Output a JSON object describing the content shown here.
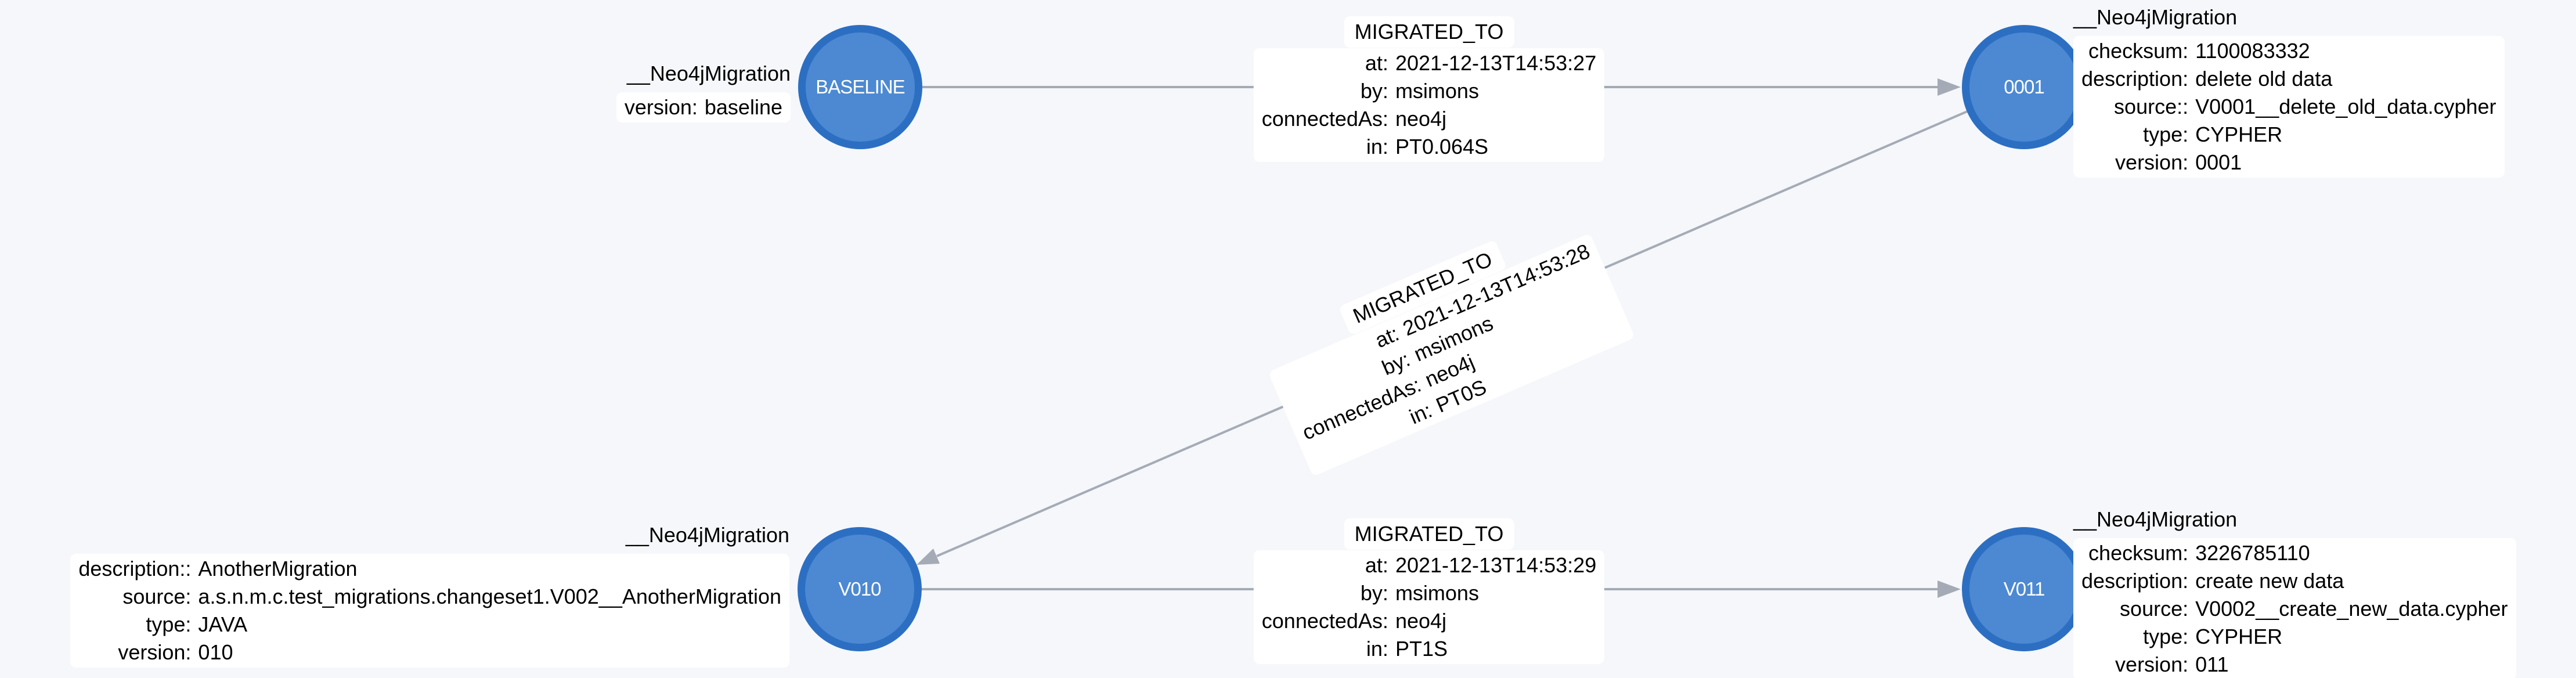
{
  "canvas": {
    "background_color": "#f5f7fa",
    "node_fill_color": "#4c89d2",
    "node_border_color": "#2c6fc2",
    "edge_color": "#a5abb6",
    "box_background_color": "#ffffff",
    "text_color": "#000000",
    "node_text_color": "#ffffff"
  },
  "nodes": [
    {
      "caption": "BASELINE",
      "header": "__Neo4jMigration",
      "properties": [
        {
          "key": "version:",
          "value": "baseline"
        }
      ]
    },
    {
      "caption": "0001",
      "header": "__Neo4jMigration",
      "properties": [
        {
          "key": "checksum:",
          "value": "1100083332"
        },
        {
          "key": "description:",
          "value": "delete old data"
        },
        {
          "key": "source::",
          "value": "V0001__delete_old_data.cypher"
        },
        {
          "key": "type:",
          "value": "CYPHER"
        },
        {
          "key": "version:",
          "value": "0001"
        }
      ]
    },
    {
      "caption": "V010",
      "header": "__Neo4jMigration",
      "properties": [
        {
          "key": "description::",
          "value": "AnotherMigration"
        },
        {
          "key": "source:",
          "value": "a.s.n.m.c.test_migrations.changeset1.V002__AnotherMigration"
        },
        {
          "key": "type:",
          "value": "JAVA"
        },
        {
          "key": "version:",
          "value": "010"
        }
      ]
    },
    {
      "caption": "V011",
      "header": "__Neo4jMigration",
      "properties": [
        {
          "key": "checksum:",
          "value": "3226785110"
        },
        {
          "key": "description:",
          "value": "create new data"
        },
        {
          "key": "source:",
          "value": "V0002__create_new_data.cypher"
        },
        {
          "key": "type:",
          "value": "CYPHER"
        },
        {
          "key": "version:",
          "value": "011"
        }
      ]
    }
  ],
  "edges": [
    {
      "type": "MIGRATED_TO",
      "properties": [
        {
          "key": "at:",
          "value": "2021-12-13T14:53:27"
        },
        {
          "key": "by:",
          "value": "msimons"
        },
        {
          "key": "connectedAs:",
          "value": "neo4j"
        },
        {
          "key": "in:",
          "value": "PT0.064S"
        }
      ]
    },
    {
      "type": "MIGRATED_TO",
      "properties": [
        {
          "key": "at:",
          "value": "2021-12-13T14:53:28"
        },
        {
          "key": "by:",
          "value": "msimons"
        },
        {
          "key": "connectedAs:",
          "value": "neo4j"
        },
        {
          "key": "in:",
          "value": "PT0S"
        }
      ]
    },
    {
      "type": "MIGRATED_TO",
      "properties": [
        {
          "key": "at:",
          "value": "2021-12-13T14:53:29"
        },
        {
          "key": "by:",
          "value": "msimons"
        },
        {
          "key": "connectedAs:",
          "value": "neo4j"
        },
        {
          "key": "in:",
          "value": "PT1S"
        }
      ]
    }
  ]
}
